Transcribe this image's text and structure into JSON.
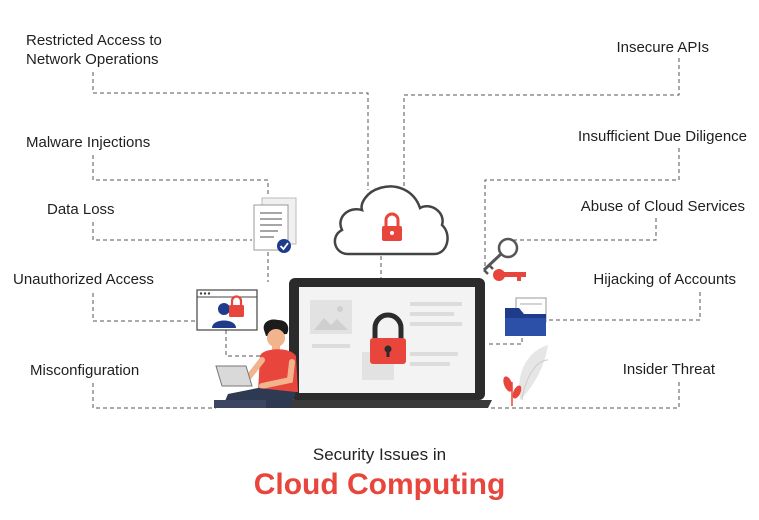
{
  "labels": {
    "restricted_line1": "Restricted Access to",
    "restricted_line2": "Network Operations",
    "malware": "Malware Injections",
    "data_loss": "Data Loss",
    "unauthorized": "Unauthorized Access",
    "misconfiguration": "Misconfiguration",
    "insecure_apis": "Insecure APIs",
    "due_diligence": "Insufficient Due Diligence",
    "abuse": "Abuse of Cloud Services",
    "hijacking": "Hijacking of Accounts",
    "insider": "Insider Threat"
  },
  "title": {
    "subtitle": "Security Issues in",
    "main": "Cloud Computing"
  },
  "colors": {
    "accent": "#e8453c",
    "navy": "#1f3b8c",
    "line": "#555555",
    "device": "#2b2b2b"
  },
  "icons": [
    "cloud-lock-icon",
    "laptop-lock-icon",
    "document-check-icon",
    "browser-user-lock-icon",
    "key-icon",
    "folder-icon",
    "person-with-laptop",
    "plant-decoration"
  ]
}
